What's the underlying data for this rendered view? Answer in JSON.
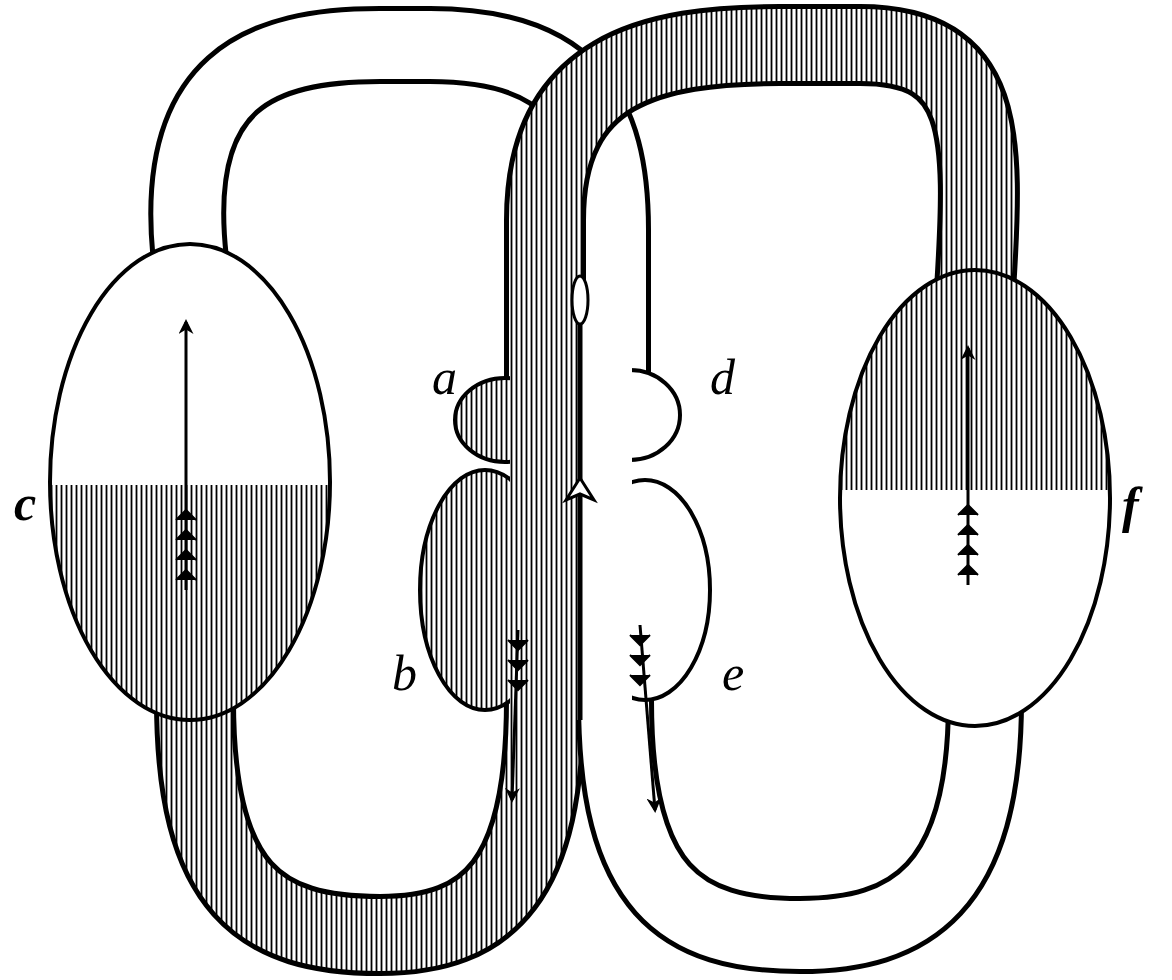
{
  "diagram": {
    "labels": [
      "a",
      "d",
      "c",
      "f",
      "b",
      "e"
    ]
  }
}
